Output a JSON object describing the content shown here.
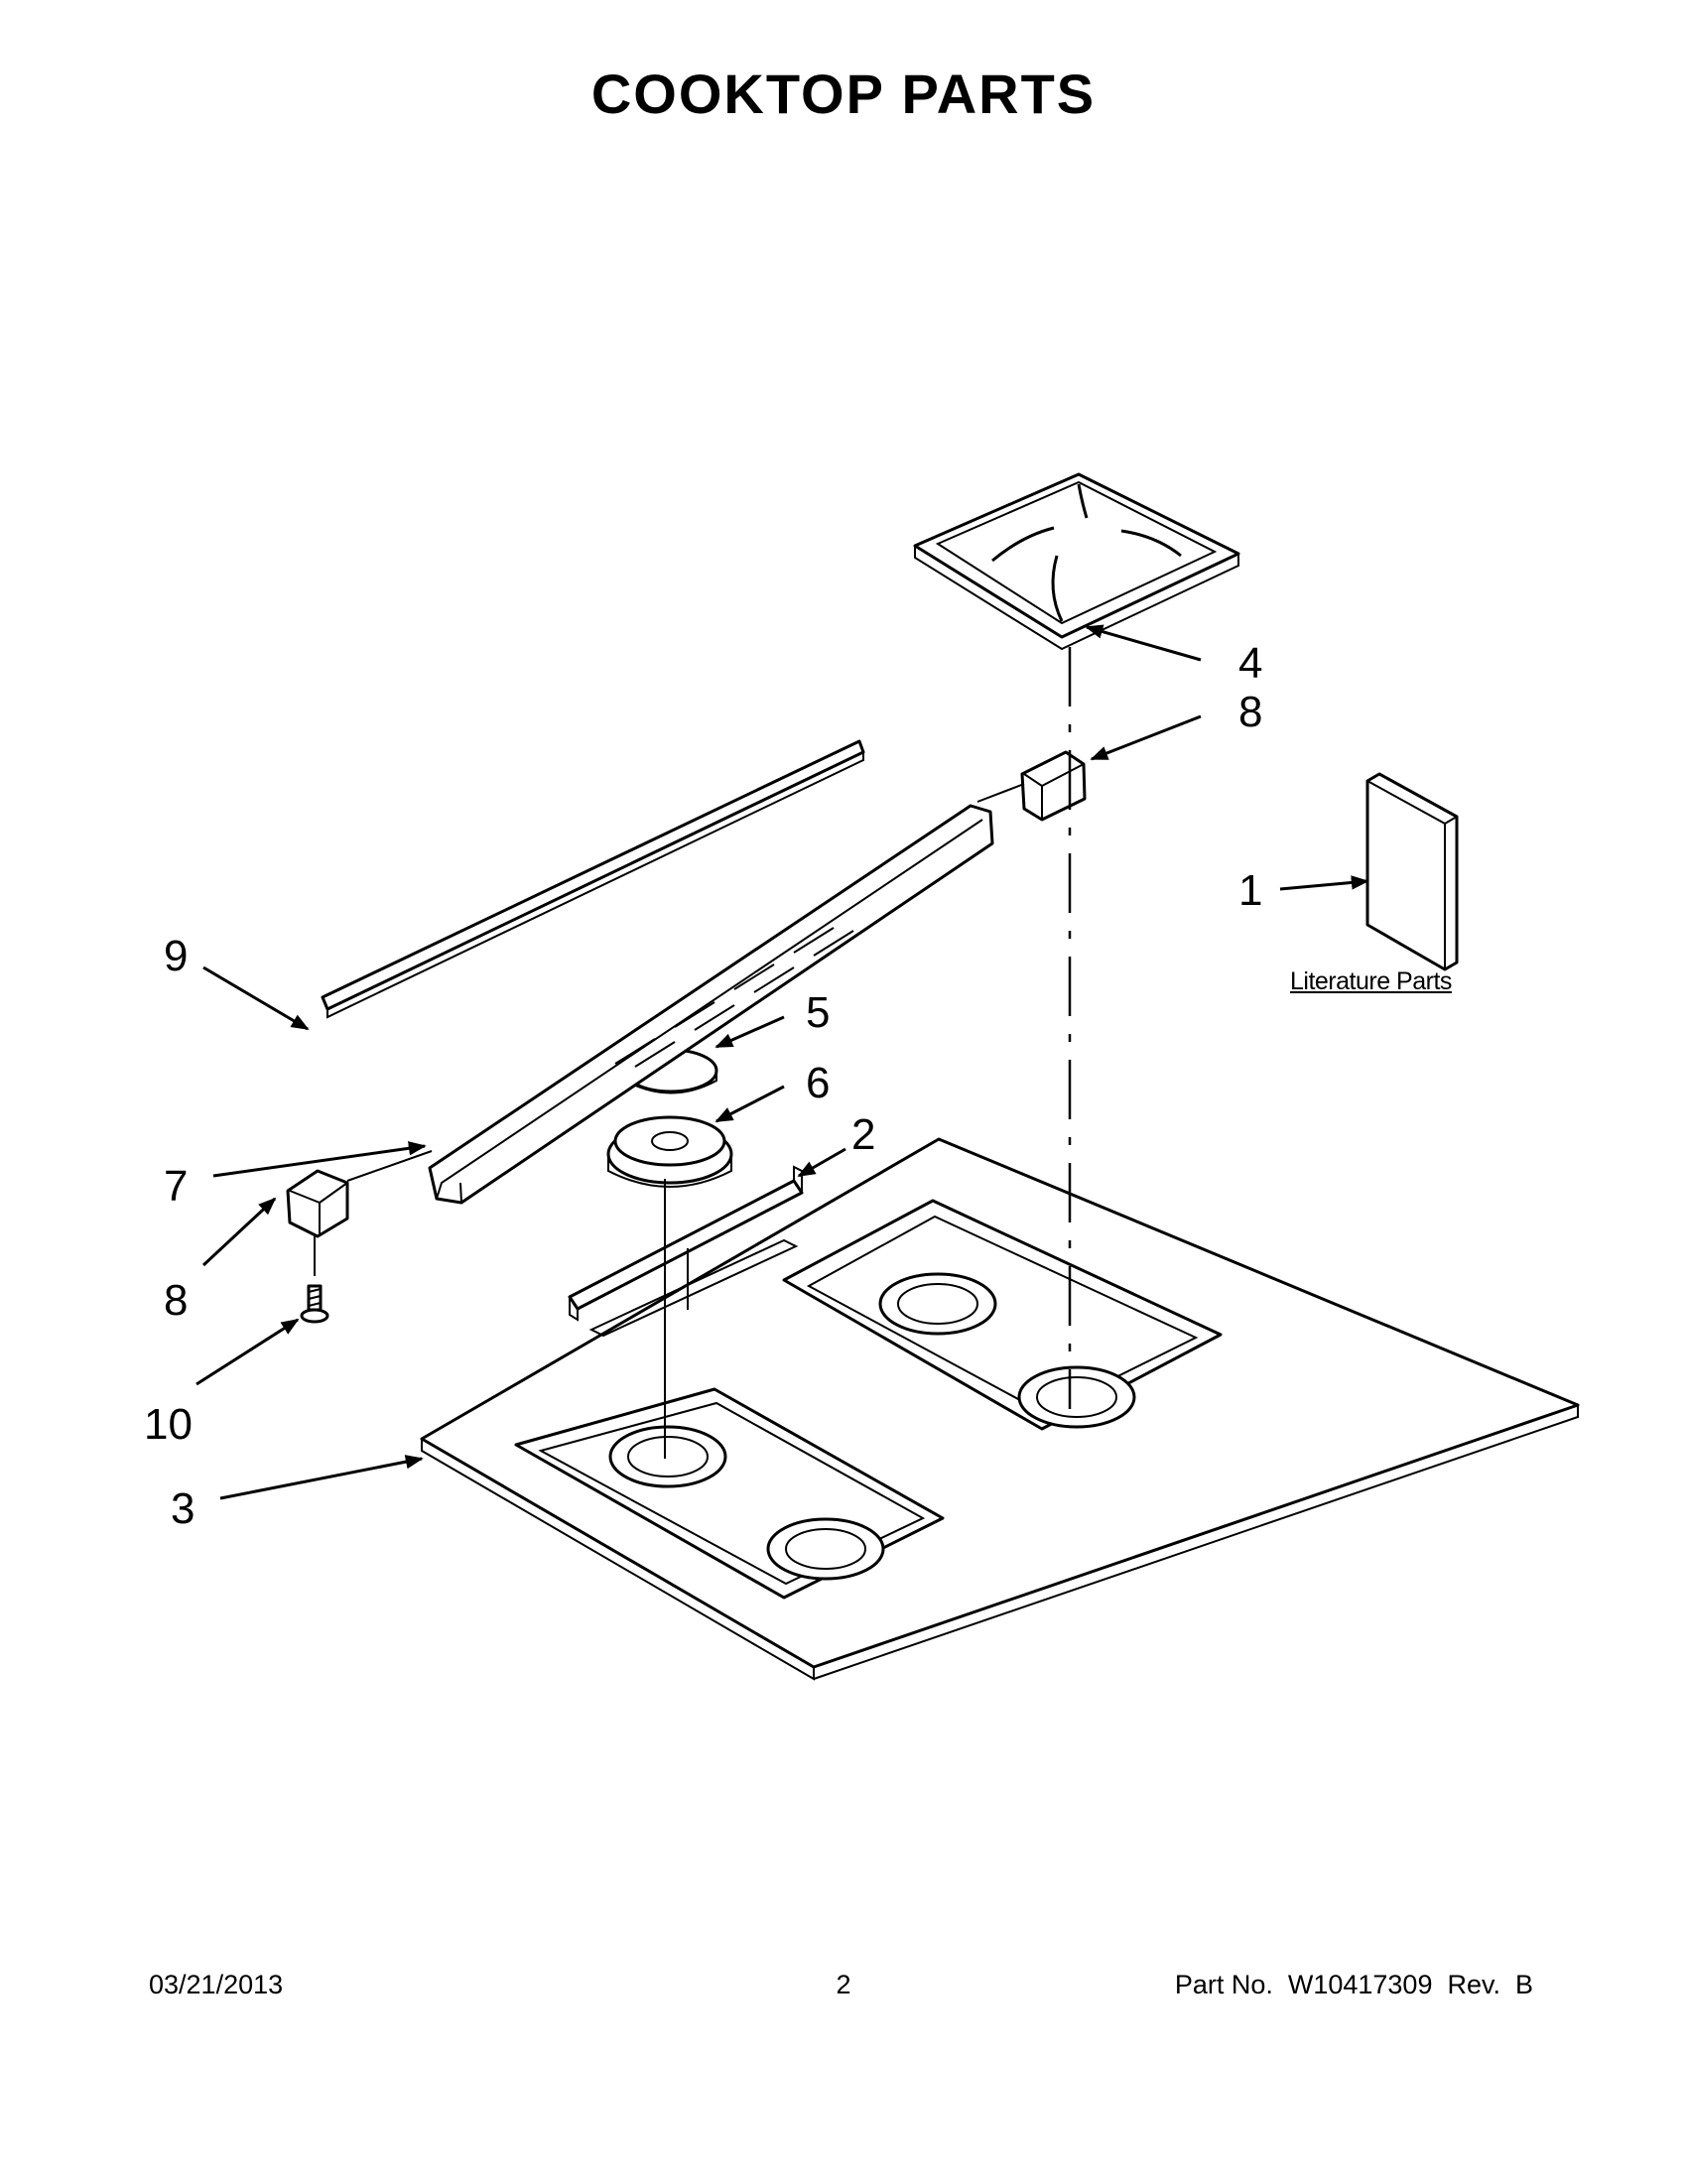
{
  "page": {
    "title": "COOKTOP PARTS",
    "date": "03/21/2013",
    "page_number": "2",
    "part_number": "Part No.  W10417309  Rev.  B"
  },
  "literature": {
    "label": "Literature Parts"
  },
  "callouts": {
    "c1": "1",
    "c2": "2",
    "c3": "3",
    "c4": "4",
    "c5": "5",
    "c6": "6",
    "c7": "7",
    "c8a": "8",
    "c8b": "8",
    "c9": "9",
    "c10": "10"
  }
}
